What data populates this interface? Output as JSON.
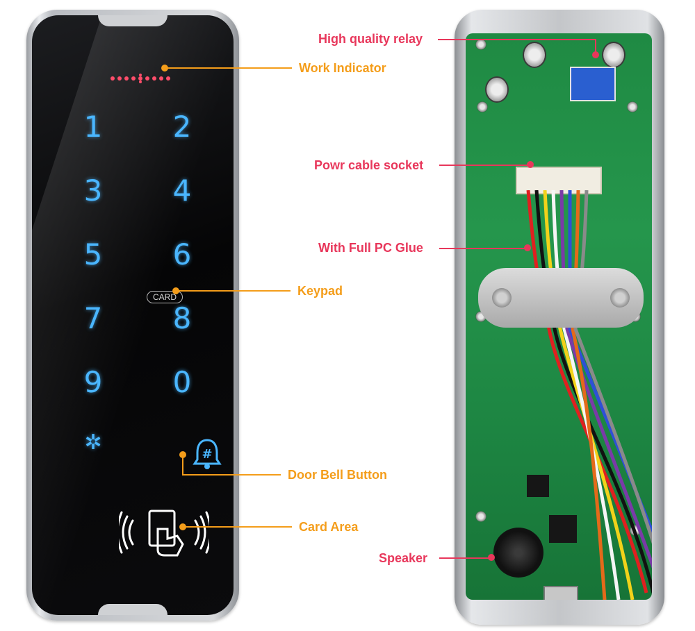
{
  "front": {
    "keys": [
      "1",
      "2",
      "3",
      "4",
      "5",
      "6",
      "7",
      "8",
      "9",
      "0",
      "✲"
    ],
    "card_label": "CARD",
    "bell_symbol": "#"
  },
  "callouts": {
    "work_indicator": "Work Indicator",
    "keypad": "Keypad",
    "door_bell": "Door Bell Button",
    "card_area": "Card Area",
    "relay": "High quality relay",
    "cable_socket": "Powr cable socket",
    "pc_glue": "With Full PC Glue",
    "speaker": "Speaker"
  },
  "colors": {
    "orange": "#f49d1a",
    "pink": "#e8375b",
    "key_blue": "#4ab6ff"
  }
}
